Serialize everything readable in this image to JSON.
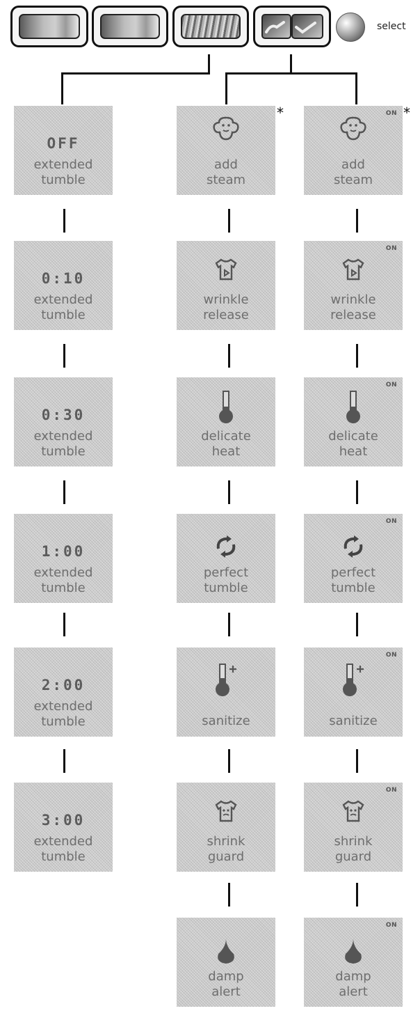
{
  "select_label": "select",
  "on_badge": "ON",
  "asterisk": "*",
  "left_column": [
    {
      "value": "OFF",
      "l1": "extended",
      "l2": "tumble"
    },
    {
      "value": "0:10",
      "l1": "extended",
      "l2": "tumble"
    },
    {
      "value": "0:30",
      "l1": "extended",
      "l2": "tumble"
    },
    {
      "value": "1:00",
      "l1": "extended",
      "l2": "tumble"
    },
    {
      "value": "2:00",
      "l1": "extended",
      "l2": "tumble"
    },
    {
      "value": "3:00",
      "l1": "extended",
      "l2": "tumble"
    }
  ],
  "option_column": [
    {
      "icon": "steam-icon",
      "l1": "add",
      "l2": "steam"
    },
    {
      "icon": "shirt-icon",
      "l1": "wrinkle",
      "l2": "release"
    },
    {
      "icon": "thermometer-icon",
      "l1": "delicate",
      "l2": "heat"
    },
    {
      "icon": "tumble-arrows-icon",
      "l1": "perfect",
      "l2": "tumble"
    },
    {
      "icon": "thermometer-plus-icon",
      "l1": "sanitize",
      "l2": ""
    },
    {
      "icon": "shirt-face-icon",
      "l1": "shrink",
      "l2": "guard"
    },
    {
      "icon": "droplet-icon",
      "l1": "damp",
      "l2": "alert"
    }
  ]
}
